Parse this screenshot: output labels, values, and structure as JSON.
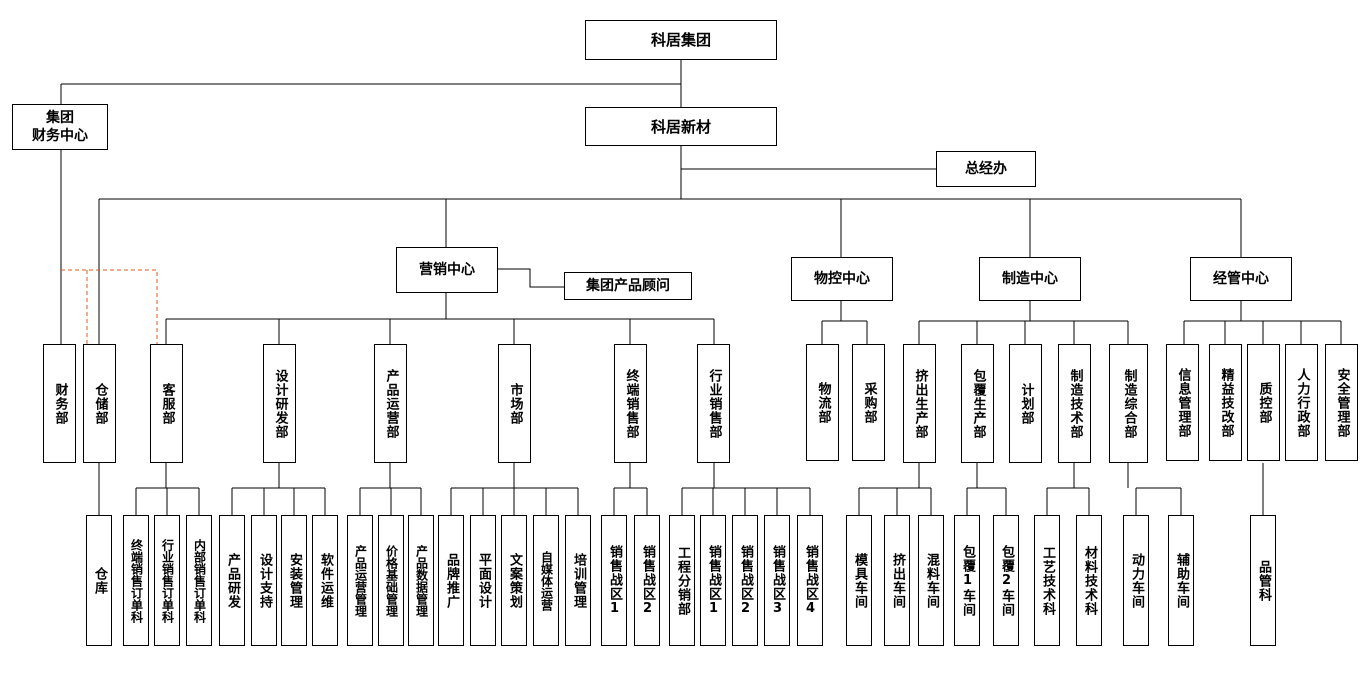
{
  "org": {
    "group": "科居集团",
    "subsidiary": "科居新材",
    "group_finance": "集团\n财务中心",
    "gm_office": "总经办",
    "centers": {
      "marketing": "营销中心",
      "advisor": "集团产品顾问",
      "logistics": "物控中心",
      "manufacturing": "制造中心",
      "management": "经管中心"
    },
    "departments": {
      "finance": "财务部",
      "warehouse": "仓储部",
      "customer_service": "客服部",
      "design_rd": "设计研发部",
      "product_ops": "产品运营部",
      "market": "市场部",
      "terminal_sales": "终端销售部",
      "industry_sales": "行业销售部",
      "logistics_dept": "物流部",
      "purchasing": "采购部",
      "extrusion": "挤出生产部",
      "coating": "包覆生产部",
      "planning": "计划部",
      "mfg_tech": "制造技术部",
      "mfg_general": "制造综合部",
      "it": "信息管理部",
      "lean": "精益技改部",
      "quality": "质控部",
      "hr_admin": "人力行政部",
      "safety": "安全管理部"
    },
    "sections": {
      "warehouse": "仓库",
      "terminal_order": "终端销售订单科",
      "industry_order": "行业销售订单科",
      "internal_order": "内部销售订单科",
      "product_rd": "产品研发",
      "design_support": "设计支持",
      "install_mgmt": "安装管理",
      "software_ops": "软件运维",
      "product_ops_mgmt": "产品运营管理",
      "price_mgmt": "价格基础管理",
      "product_data": "产品数据管理",
      "brand": "品牌推广",
      "graphic": "平面设计",
      "copywriting": "文案策划",
      "self_media": "自媒体运营",
      "training": "培训管理",
      "sales_zone_1": "销售战区1",
      "sales_zone_2": "销售战区2",
      "engineering_sales": "工程分销部",
      "ind_zone_1": "销售战区1",
      "ind_zone_2": "销售战区2",
      "ind_zone_3": "销售战区3",
      "ind_zone_4": "销售战区4",
      "mould_shop": "模具车间",
      "extrusion_shop": "挤出车间",
      "mixing_shop": "混料车间",
      "coating_shop_1": "包覆1车间",
      "coating_shop_2": "包覆2车间",
      "process_tech": "工艺技术科",
      "material_tech": "材料技术科",
      "power_shop": "动力车间",
      "aux_shop": "辅助车间",
      "qc_section": "品管科"
    }
  }
}
